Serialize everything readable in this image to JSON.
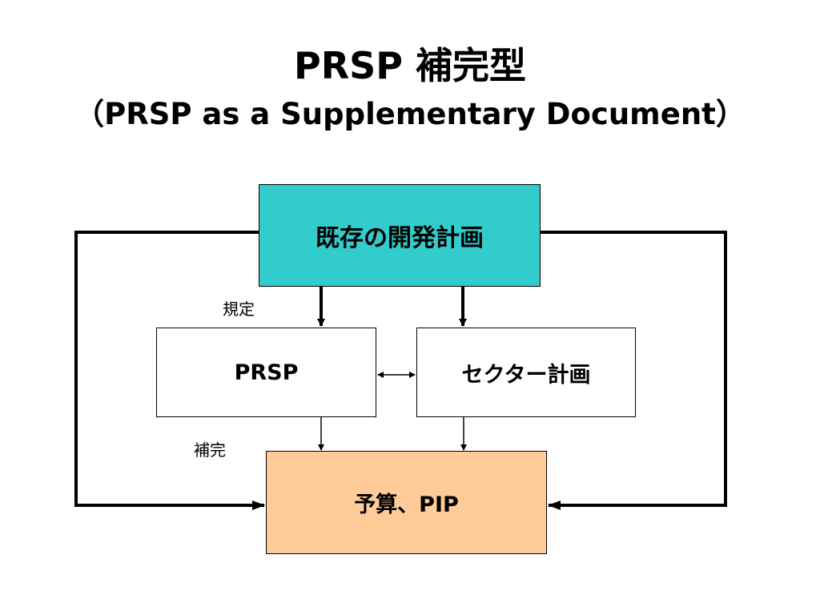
{
  "title": {
    "main": "PRSP 補完型",
    "sub": "（PRSP as a Supplementary Document）"
  },
  "nodes": {
    "existing_plan": {
      "label": "既存の開発計画",
      "color": "#33CCCC"
    },
    "prsp": {
      "label": "PRSP",
      "color": "#FFFFFF"
    },
    "sector_plan": {
      "label": "セクター計画",
      "color": "#FFFFFF"
    },
    "budget_pip": {
      "label": "予算、PIP",
      "color": "#FFCC99"
    }
  },
  "edge_labels": {
    "regulates": "規定",
    "supplements": "補完"
  }
}
